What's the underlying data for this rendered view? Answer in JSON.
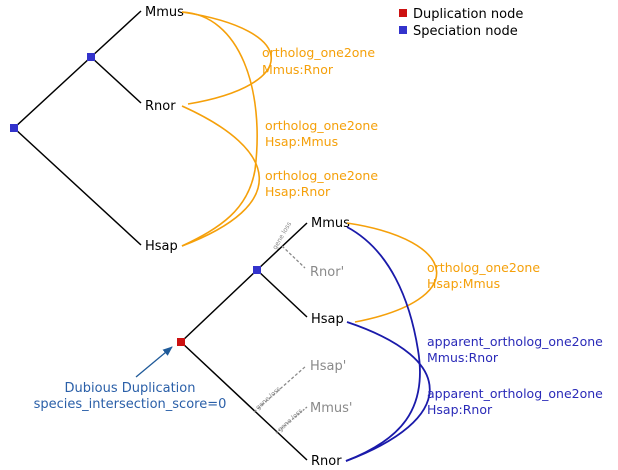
{
  "colors": {
    "duplication": "#cc1111",
    "speciation": "#3333cc",
    "orthology": "#f5a00a",
    "apparent_orthology": "#1a1aaa",
    "annotation": "#2a5fa8",
    "lost": "#8a8a8a"
  },
  "legend": {
    "duplication_label": "Duplication node",
    "speciation_label": "Speciation node"
  },
  "tree1": {
    "leaves": {
      "mmus": "Mmus",
      "rnor": "Rnor",
      "hsap": "Hsap"
    },
    "relations": [
      {
        "type": "ortholog_one2one",
        "pair": "Mmus:Rnor"
      },
      {
        "type": "ortholog_one2one",
        "pair": "Hsap:Mmus"
      },
      {
        "type": "ortholog_one2one",
        "pair": "Hsap:Rnor"
      }
    ]
  },
  "tree2": {
    "leaves": {
      "mmus": "Mmus",
      "rnor_lost": "Rnor'",
      "hsap": "Hsap",
      "hsap_lost": "Hsap'",
      "mmus_lost": "Mmus'",
      "rnor": "Rnor"
    },
    "gene_loss_label": "gene loss",
    "relations": [
      {
        "type": "ortholog_one2one",
        "pair": "Hsap:Mmus"
      },
      {
        "type": "apparent_ortholog_one2one",
        "pair": "Mmus:Rnor"
      },
      {
        "type": "apparent_ortholog_one2one",
        "pair": "Hsap:Rnor"
      }
    ],
    "annotation": {
      "line1": "Dubious Duplication",
      "line2": "species_intersection_score=0"
    }
  }
}
